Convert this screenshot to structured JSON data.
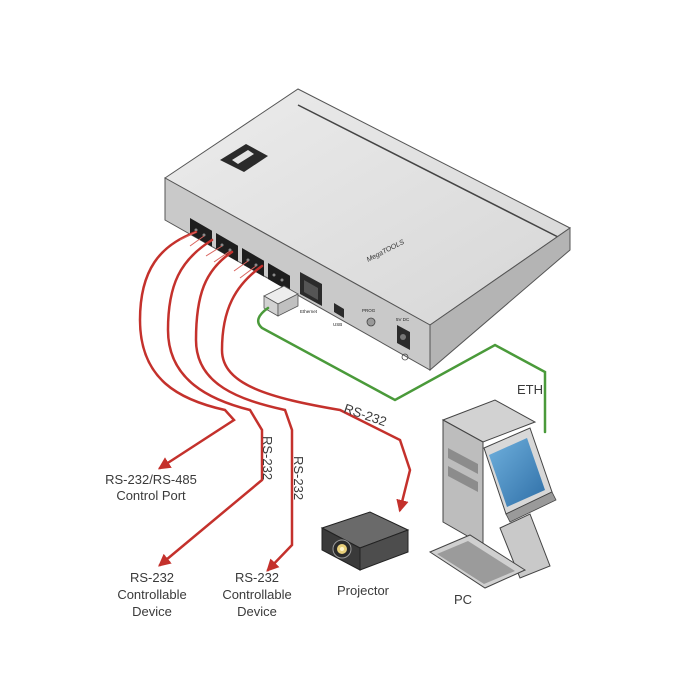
{
  "device": {
    "brand": "MegaTOOLS",
    "ports": [
      "Ethernet",
      "USB",
      "PROG"
    ],
    "power": "5V DC"
  },
  "connections": {
    "eth_label": "ETH",
    "rs232_cable_1": "RS-232",
    "rs232_cable_2": "RS-232",
    "rs232_cable_3": "RS-232"
  },
  "endpoints": {
    "control_port_line1": "RS-232/RS-485",
    "control_port_line2": "Control Port",
    "device1_line1": "RS-232",
    "device1_line2": "Controllable",
    "device1_line3": "Device",
    "device2_line1": "RS-232",
    "device2_line2": "Controllable",
    "device2_line3": "Device",
    "projector": "Projector",
    "pc": "PC"
  },
  "colors": {
    "rs232_cable": "#c4312c",
    "eth_cable": "#4a9a3a",
    "device_body": "#e3e3e3",
    "screen": "#4f95c9"
  }
}
